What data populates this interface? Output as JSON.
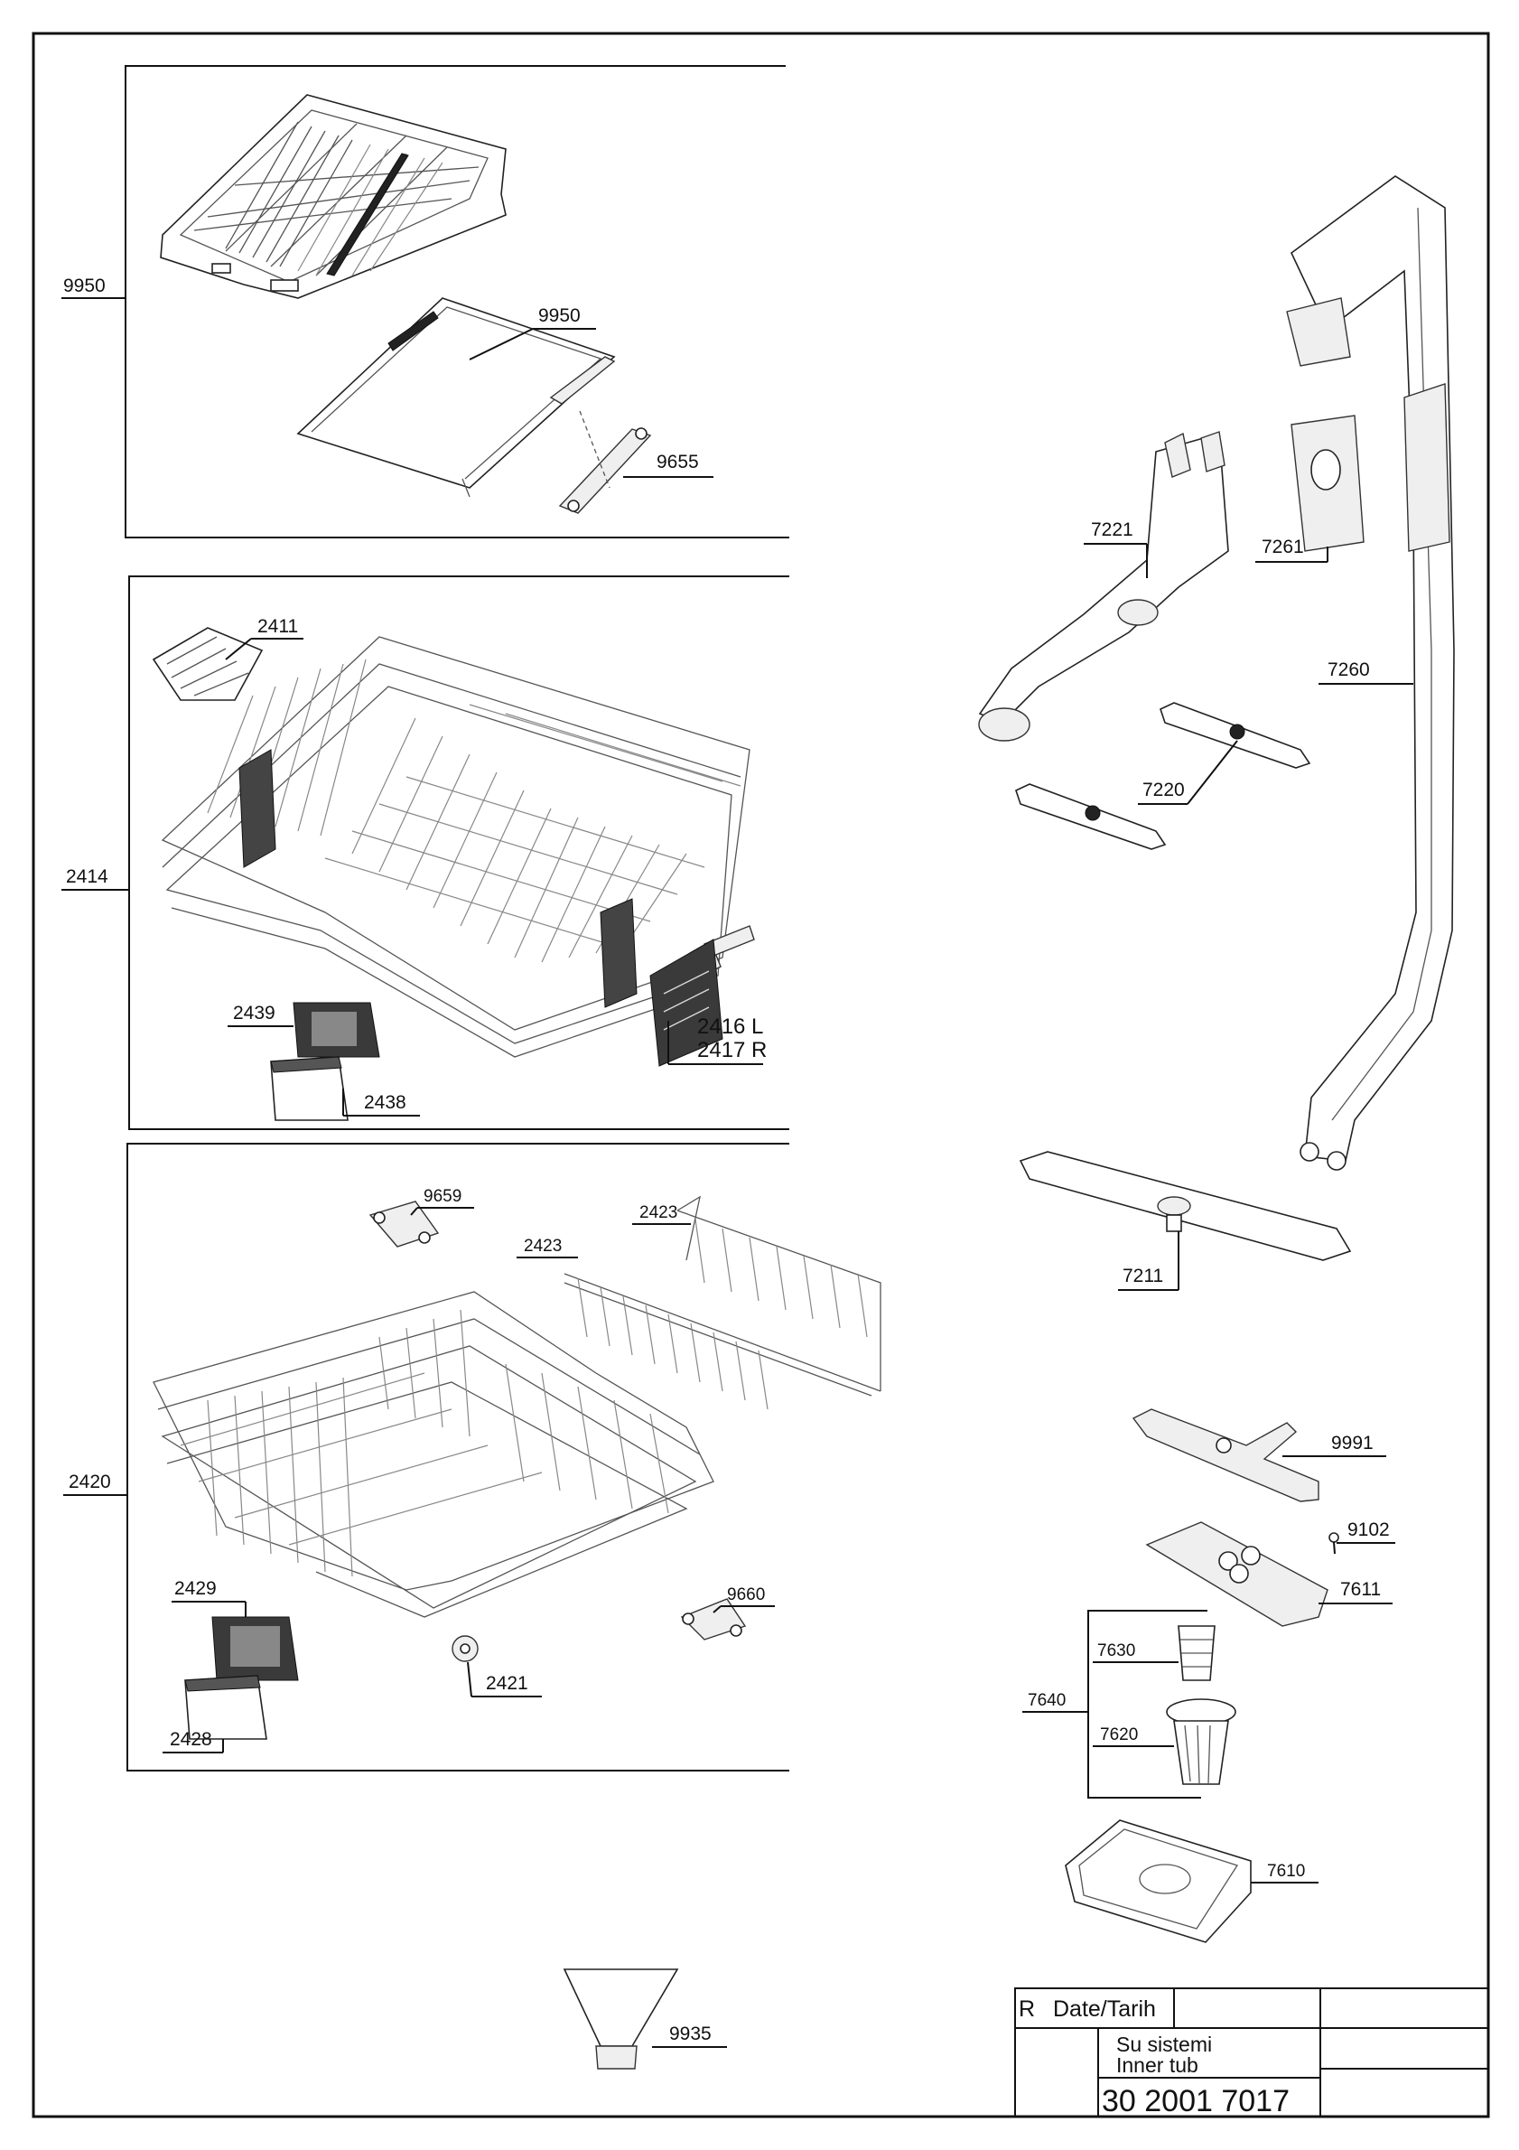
{
  "diagram": {
    "sections": [
      {
        "id": "cutlery-tray",
        "group_label": "9950",
        "callouts": [
          "9950",
          "9655"
        ]
      },
      {
        "id": "upper-basket",
        "group_label": "2414",
        "callouts": [
          "2411",
          "2439",
          "2438",
          "2416 L",
          "2417 R"
        ]
      },
      {
        "id": "lower-basket",
        "group_label": "2420",
        "callouts": [
          "9659",
          "2423",
          "2423",
          "2429",
          "2428",
          "2421",
          "9660"
        ]
      }
    ],
    "labels": {
      "l9950_outer": "9950",
      "l9950_inner": "9950",
      "l9655": "9655",
      "l2411": "2411",
      "l2414": "2414",
      "l2439": "2439",
      "l2438": "2438",
      "l2416": "2416 L",
      "l2417": "2417 R",
      "l9659": "9659",
      "l2423a": "2423",
      "l2423b": "2423",
      "l2420": "2420",
      "l2429": "2429",
      "l2428": "2428",
      "l2421": "2421",
      "l9660": "9660",
      "l7221": "7221",
      "l7261": "7261",
      "l7260": "7260",
      "l7220": "7220",
      "l7211": "7211",
      "l9991": "9991",
      "l9102": "9102",
      "l7611": "7611",
      "l7630": "7630",
      "l7640": "7640",
      "l7620": "7620",
      "l7610": "7610",
      "l9935": "9935"
    },
    "title_block": {
      "revision": "R",
      "date_label": "Date/Tarih",
      "title_tr": "Su sistemi",
      "title_en": "Inner tub",
      "part_number": "30 2001 7017"
    }
  }
}
